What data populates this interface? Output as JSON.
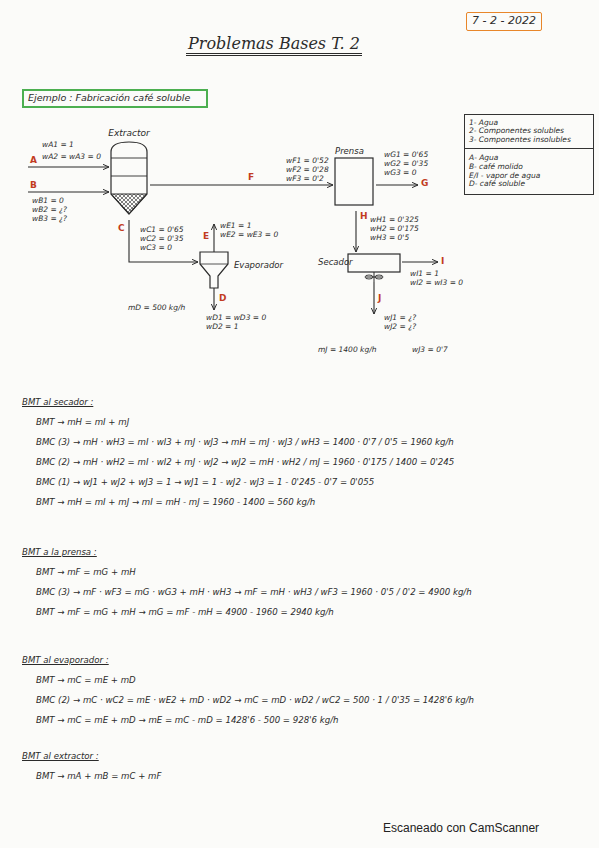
{
  "diagram": {
    "title": "Problemas Bases T. 2",
    "nodes": [
      {
        "text": [
          "7 - 2 - 2022"
        ]
      },
      {
        "text": [
          "Ejemplo : Fabricación café soluble"
        ]
      },
      {
        "text": [
          "1- Agua",
          "2- Componentes solubles",
          "3- Componentes insolubles"
        ]
      },
      {
        "text": [
          "A- Agua",
          "B- café molido",
          "E/I - vapor de agua",
          "D- café soluble"
        ]
      },
      {
        "text": [
          "Extractor"
        ]
      },
      {
        "text": [
          "Prensa"
        ]
      },
      {
        "text": [
          "Evaporador"
        ]
      },
      {
        "text": [
          "Secador"
        ]
      }
    ],
    "edges": [
      {
        "from": 4,
        "to": 5,
        "label": "F",
        "arrow": "to"
      },
      {
        "from": 4,
        "to": 6,
        "label": "C",
        "arrow": "to"
      },
      {
        "from": 5,
        "to": 7,
        "label": "H",
        "arrow": "to"
      }
    ],
    "labels": [
      "wA1 = 1",
      "A",
      "wA2 = wA3 = 0",
      "B",
      "wB1 = 0",
      "wB2 = ¿?",
      "wB3 = ¿?",
      "wF1 = 0'52",
      "wF2 = 0'28",
      "wF3 = 0'2",
      "wG1 = 0'65",
      "wG2 = 0'35",
      "wG3 = 0",
      "G",
      "wE1 = 1",
      "wE2 = wE3 = 0",
      "E",
      "wC1 = 0'65",
      "wC2 = 0'35",
      "wC3 = 0",
      "wH1 = 0'325",
      "wH2 = 0'175",
      "wH3 = 0'5",
      "I",
      "wI1 = 1",
      "wI2 = wI3 = 0",
      "D",
      "mD = 500 kg/h",
      "wD1 = wD3 = 0",
      "wD2 = 1",
      "J",
      "wJ1 = ¿?",
      "wJ2 = ¿?",
      "mJ = 1400 kg/h",
      "wJ3 = 0'7",
      "BMT al secador :",
      "BMT → mH = mI + mJ",
      "BMC (3) → mH · wH3 = mI · wI3 + mJ · wJ3 → mH = mJ · wJ3 / wH3 = 1400 · 0'7 / 0'5 = 1960 kg/h",
      "BMC (2) → mH · wH2 = mI · wI2 + mJ · wJ2 → wJ2 = mH · wH2 / mJ = 1960 · 0'175 / 1400 = 0'245",
      "BMC (1) → wJ1 + wJ2 + wJ3 = 1 → wJ1 = 1 - wJ2 - wJ3 = 1 - 0'245 - 0'7 = 0'055",
      "BMT → mH = mI + mJ → mI = mH - mJ = 1960 - 1400 = 560 kg/h",
      "BMT a la prensa :",
      "BMT → mF = mG + mH",
      "BMC (3) → mF · wF3 = mG · wG3 + mH · wH3 → mF = mH · wH3 / wF3 = 1960 · 0'5 / 0'2 = 4900 kg/h",
      "BMT → mF = mG + mH → mG = mF - mH = 4900 - 1960 = 2940 kg/h",
      "BMT al evaporador :",
      "BMT → mC = mE + mD",
      "BMC (2) → mC · wC2 = mE · wE2 + mD · wD2 → mC = mD · wD2 / wC2 = 500 · 1 / 0'35 = 1428'6 kg/h",
      "BMT → mC = mE + mD → mE = mC - mD = 1428'6 - 500 = 928'6 kg/h",
      "BMT al extractor :",
      "BMT → mA + mB = mC + mF",
      "Escaneado con CamScanner"
    ]
  }
}
